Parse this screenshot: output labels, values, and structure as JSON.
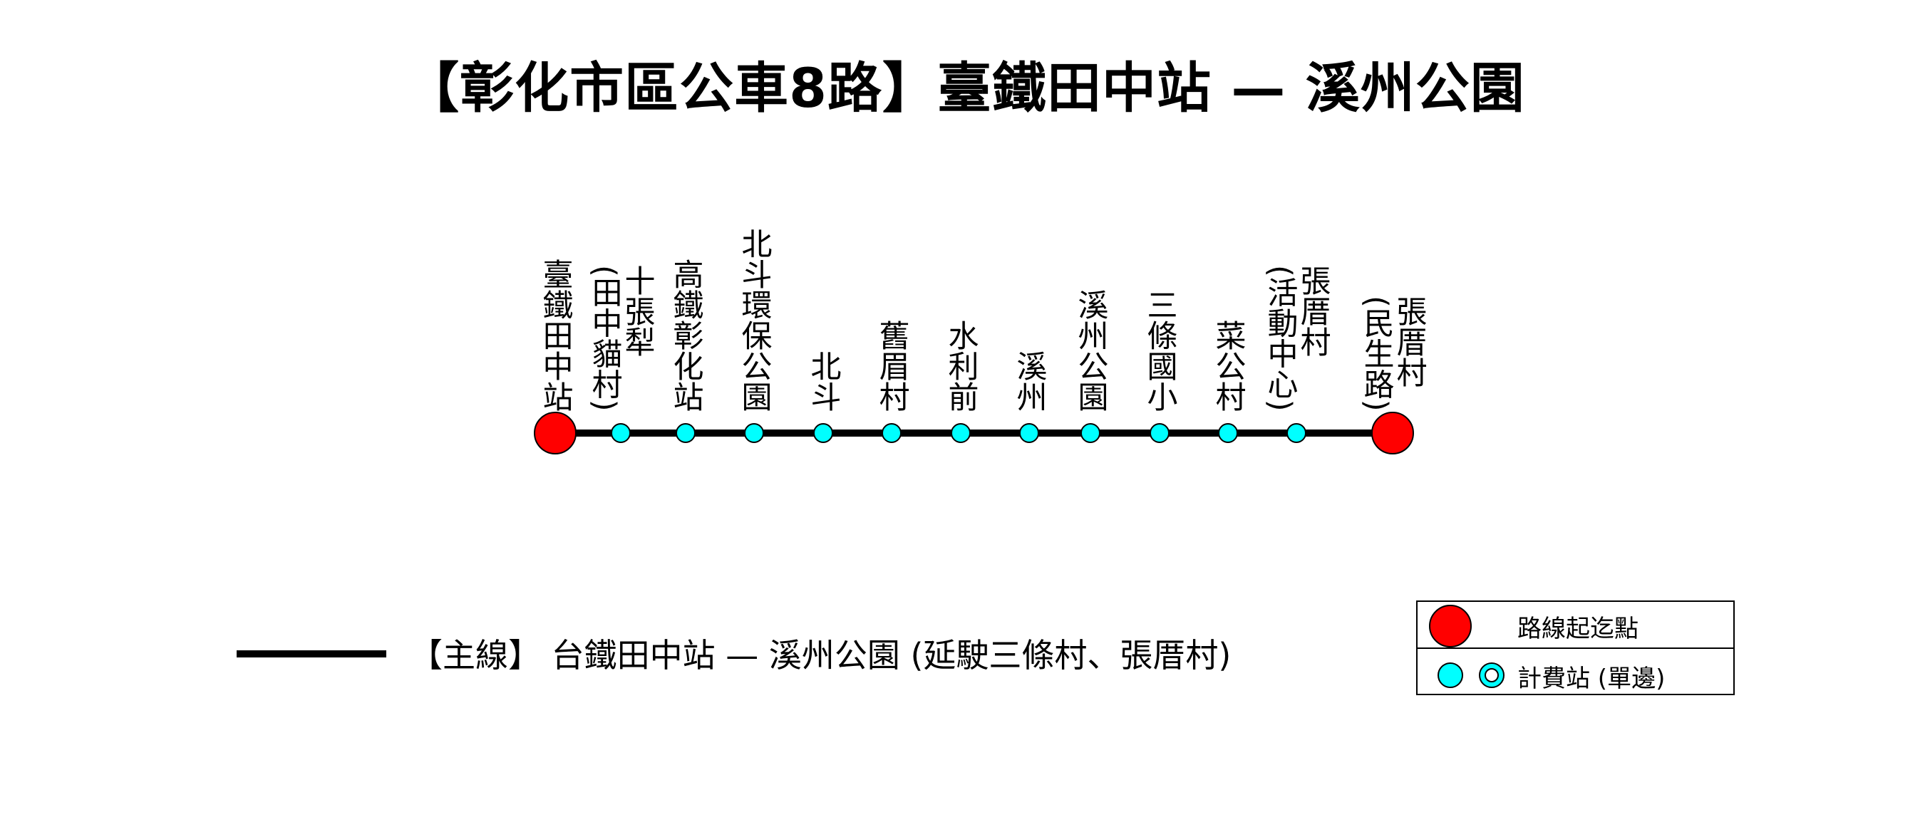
{
  "title": "【彰化市區公車8路】臺鐵田中站 — 溪州公園",
  "colors": {
    "terminal": "#ff0000",
    "stop": "#00ffff",
    "line": "#000000"
  },
  "stops": [
    {
      "name": "臺鐵田中站",
      "sub": "",
      "type": "terminal"
    },
    {
      "name": "十張犁",
      "sub": "(田中貓村)",
      "type": "stop"
    },
    {
      "name": "高鐵彰化站",
      "sub": "",
      "type": "stop"
    },
    {
      "name": "北斗環保公園",
      "sub": "",
      "type": "stop"
    },
    {
      "name": "北斗",
      "sub": "",
      "type": "stop"
    },
    {
      "name": "舊眉村",
      "sub": "",
      "type": "stop"
    },
    {
      "name": "水利前",
      "sub": "",
      "type": "stop"
    },
    {
      "name": "溪州",
      "sub": "",
      "type": "stop"
    },
    {
      "name": "溪州公園",
      "sub": "",
      "type": "stop"
    },
    {
      "name": "三條國小",
      "sub": "",
      "type": "stop"
    },
    {
      "name": "菜公村",
      "sub": "",
      "type": "stop"
    },
    {
      "name": "張厝村",
      "sub": "(活動中心)",
      "type": "stop"
    },
    {
      "name": "張厝村",
      "sub": "(民生路)",
      "type": "terminal"
    }
  ],
  "legend": {
    "main_line": "【主線】  台鐵田中站 — 溪州公園 (延駛三條村、張厝村)",
    "terminal_label": "路線起迄點",
    "stop_label": "計費站 (單邊)"
  }
}
